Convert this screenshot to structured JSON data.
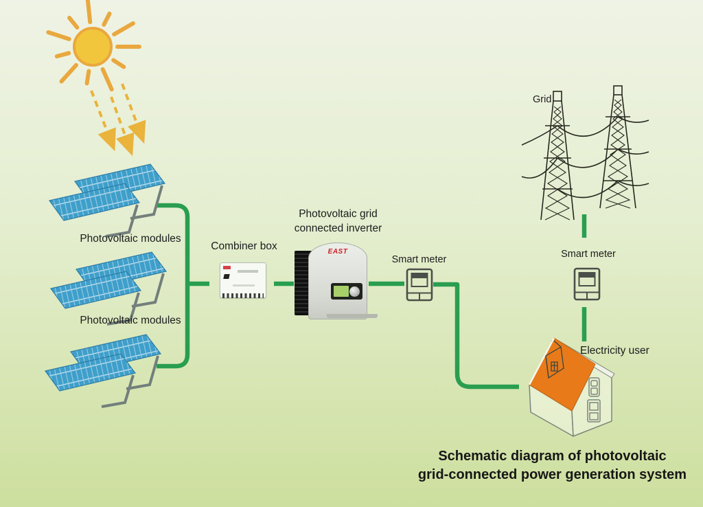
{
  "colors": {
    "background_top": "#eff3e5",
    "background_bottom": "#cddf9e",
    "line_green": "#2a9e50",
    "sun_core": "#f2c63c",
    "sun_ray": "#e9a83f",
    "arrow_yellow": "#e9b33c",
    "panel_blue": "#3f9fca",
    "roof_orange": "#e87a1a",
    "east_red": "#cc2229",
    "lcd_green": "#a8d06a",
    "text": "#1c1c1c"
  },
  "labels": {
    "modules_1": "Photovoltaic modules",
    "modules_2": "Photovoltaic modules",
    "combiner": "Combiner box",
    "inverter_l1": "Photovoltaic grid",
    "inverter_l2": "connected inverter",
    "meter_1": "Smart meter",
    "meter_2": "Smart meter",
    "grid": "Grid",
    "user": "Electricity user",
    "brand": "EAST"
  },
  "title": {
    "line1": "Schematic diagram of photovoltaic",
    "line2": "grid-connected power generation system"
  },
  "diagram": {
    "nodes": [
      "Sun",
      "Photovoltaic modules (3 arrays)",
      "Combiner box",
      "Photovoltaic grid connected inverter",
      "Smart meter",
      "Electricity user",
      "Smart meter (grid side)",
      "Grid"
    ],
    "connections": [
      "Sun -> Photovoltaic modules (solar irradiation arrows)",
      "Photovoltaic module arrays -> Combiner box",
      "Combiner box -> Photovoltaic grid connected inverter (dashed)",
      "Inverter -> Smart meter",
      "Smart meter -> Electricity user",
      "Grid -> Smart meter (grid side)",
      "Smart meter (grid side) -> Electricity user"
    ]
  }
}
